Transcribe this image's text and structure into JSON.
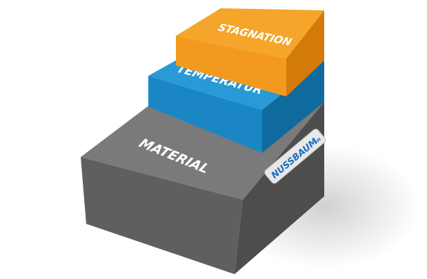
{
  "levels": [
    {
      "label": "STAGNATION",
      "color": "#f39a1e"
    },
    {
      "label": "TEMPERATUR",
      "color": "#1a87c4"
    },
    {
      "label": "MATERIAL",
      "color": "#6b6b6b"
    }
  ],
  "logo": {
    "text": "NUSSBAUM",
    "suffix": "RM",
    "color": "#1a6fc0"
  }
}
